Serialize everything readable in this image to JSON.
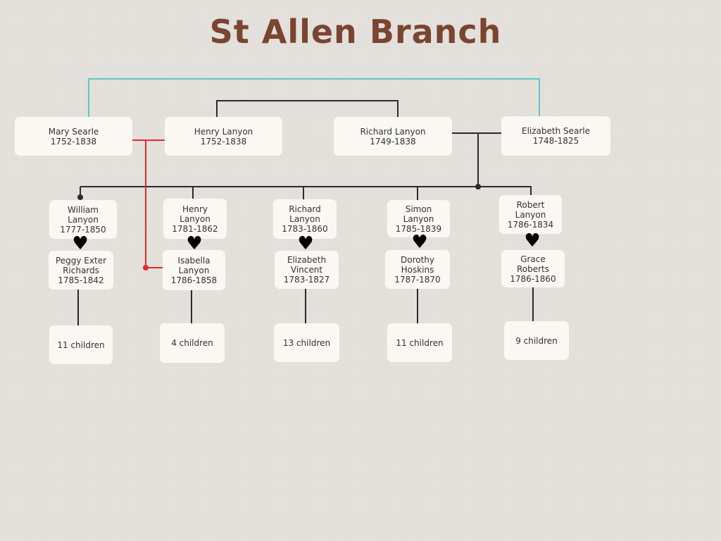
{
  "title": "St Allen Branch",
  "colors": {
    "title": "#7a4530",
    "teal": "#5ec8cc",
    "red": "#e02b2b",
    "black": "#2a2a2a"
  },
  "parents": [
    {
      "name": "Mary Searle",
      "dates": "1752-1838"
    },
    {
      "name": "Henry Lanyon",
      "dates": "1752-1838"
    },
    {
      "name": "Richard Lanyon",
      "dates": "1749-1838"
    },
    {
      "name": "Elizabeth Searle",
      "dates": "1748-1825"
    }
  ],
  "couples": [
    {
      "child": {
        "name": "William Lanyon",
        "dates": "1777-1850"
      },
      "spouse": {
        "name": "Peggy Exter Richards",
        "dates": "1785-1842"
      },
      "children": "11 children"
    },
    {
      "child": {
        "name": "Henry Lanyon",
        "dates": "1781-1862"
      },
      "spouse": {
        "name": "Isabella Lanyon",
        "dates": "1786-1858"
      },
      "children": "4 children"
    },
    {
      "child": {
        "name": "Richard Lanyon",
        "dates": "1783-1860"
      },
      "spouse": {
        "name": "Elizabeth Vincent",
        "dates": "1783-1827"
      },
      "children": "13 children"
    },
    {
      "child": {
        "name": "Simon Lanyon",
        "dates": "1785-1839"
      },
      "spouse": {
        "name": "Dorothy Hoskins",
        "dates": "1787-1870"
      },
      "children": "11 children"
    },
    {
      "child": {
        "name": "Robert Lanyon",
        "dates": "1786-1834"
      },
      "spouse": {
        "name": "Grace Roberts",
        "dates": "1786-1860"
      },
      "children": "9 children"
    }
  ],
  "heart_icon": "heart-icon"
}
